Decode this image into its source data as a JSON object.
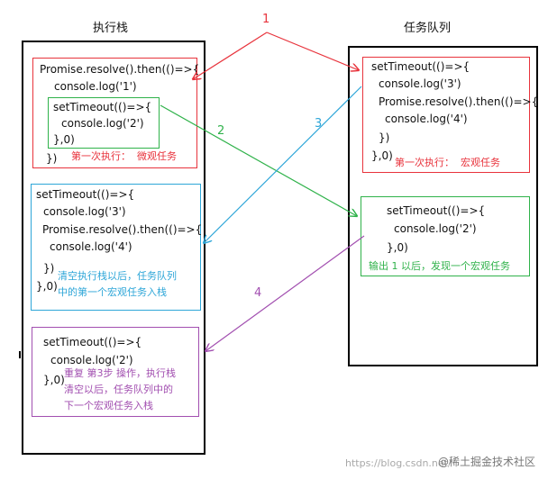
{
  "colors": {
    "red": "#e8333c",
    "green": "#2fb24a",
    "blue": "#2ea6d8",
    "purple": "#a24fb0",
    "black": "#000000"
  },
  "titles": {
    "left": "执行栈",
    "right": "任务队列"
  },
  "arrow_labels": {
    "a1": "1",
    "a2": "2",
    "a3": "3",
    "a4": "4"
  },
  "stack_box1": {
    "line1": "Promise.resolve().then(()=>{",
    "line2": "console.log('1')",
    "line_close": "})",
    "inner_line1": "setTimeout(()=>{",
    "inner_line2": "console.log('2')",
    "inner_line3": "},0)",
    "note": "第一次执行：  微观任务"
  },
  "stack_box2": {
    "line1": "setTimeout(()=>{",
    "line2": "console.log('3')",
    "line3": "Promise.resolve().then(()=>{",
    "line4": "console.log('4')",
    "line5": "})",
    "line6": "},0)",
    "note": "清空执行栈以后，任务队列\n中的第一个宏观任务入栈"
  },
  "stack_box3": {
    "line1": "setTimeout(()=>{",
    "line2": "console.log('2')",
    "line3": "},0)",
    "note": "重复 第3步 操作，执行栈\n清空以后，任务队列中的\n下一个宏观任务入栈"
  },
  "queue_box1": {
    "line1": "setTimeout(()=>{",
    "line2": "console.log('3')",
    "line3": "Promise.resolve().then(()=>{",
    "line4": "console.log('4')",
    "line5": "})",
    "line6": "},0)",
    "note": "第一次执行：  宏观任务"
  },
  "queue_box2": {
    "line1": "setTimeout(()=>{",
    "line2": "console.log('2')",
    "line3": "},0)",
    "note": "输出 1 以后，发现一个宏观任务"
  },
  "watermark": {
    "url": "https://blog.csdn.net/",
    "brand": "@稀土掘金技术社区"
  }
}
